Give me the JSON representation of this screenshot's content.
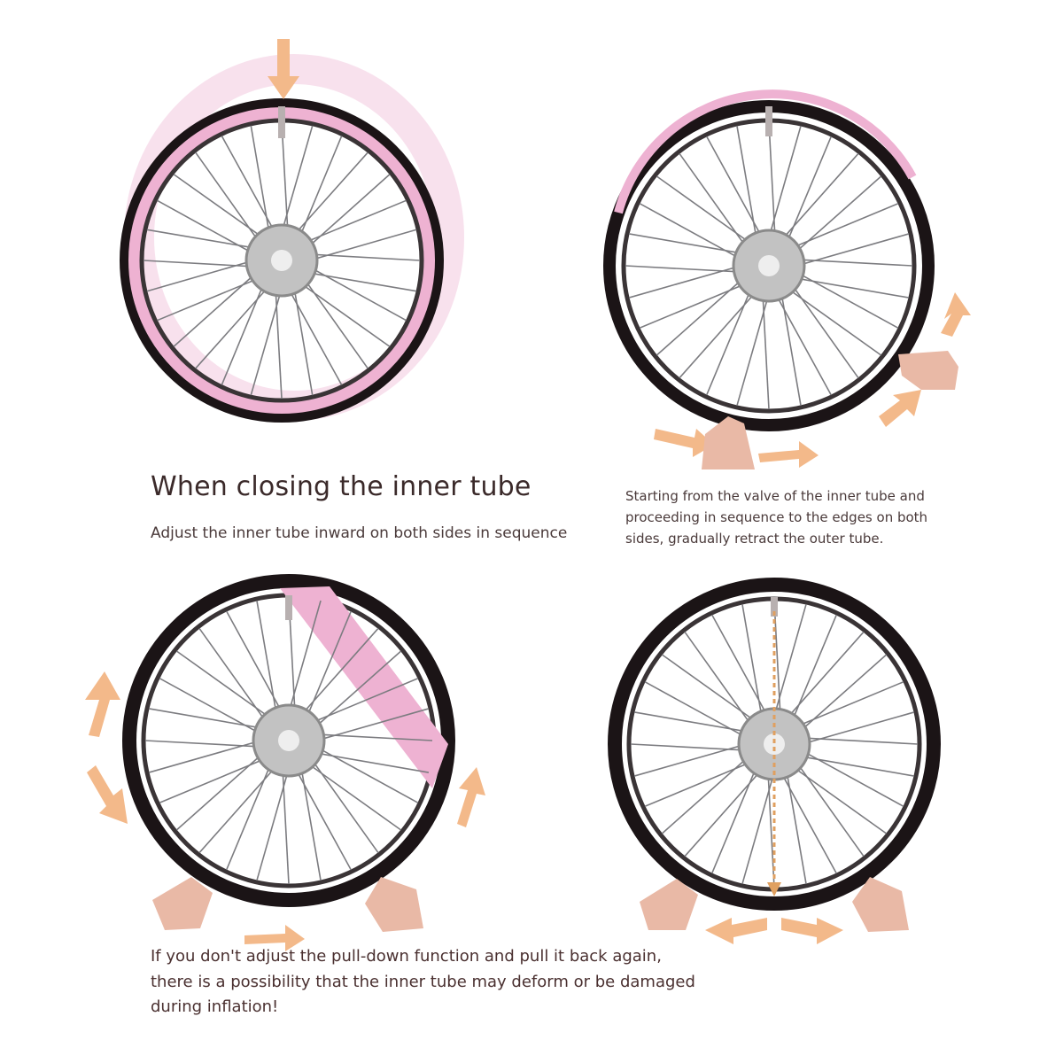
{
  "colors": {
    "tire": "#1b1416",
    "tube": "#eeb2d2",
    "arrow": "#f3b98a",
    "hand": "#e9b9a6",
    "spoke": "#7c7c80",
    "hub": "#c2c2c2"
  },
  "step_1": {
    "title": "When closing the inner tube",
    "subtitle": "Adjust the inner tube inward on both sides in sequence"
  },
  "step_2": {
    "lines": [
      "Starting from the valve of the inner tube and",
      "proceeding in sequence to the edges on both",
      "sides, gradually retract the outer tube."
    ]
  },
  "warning": {
    "lines": [
      "If you don't adjust the pull-down function and pull it back again,",
      "there is a possibility that the inner tube may deform or be damaged",
      "during inflation!"
    ]
  }
}
